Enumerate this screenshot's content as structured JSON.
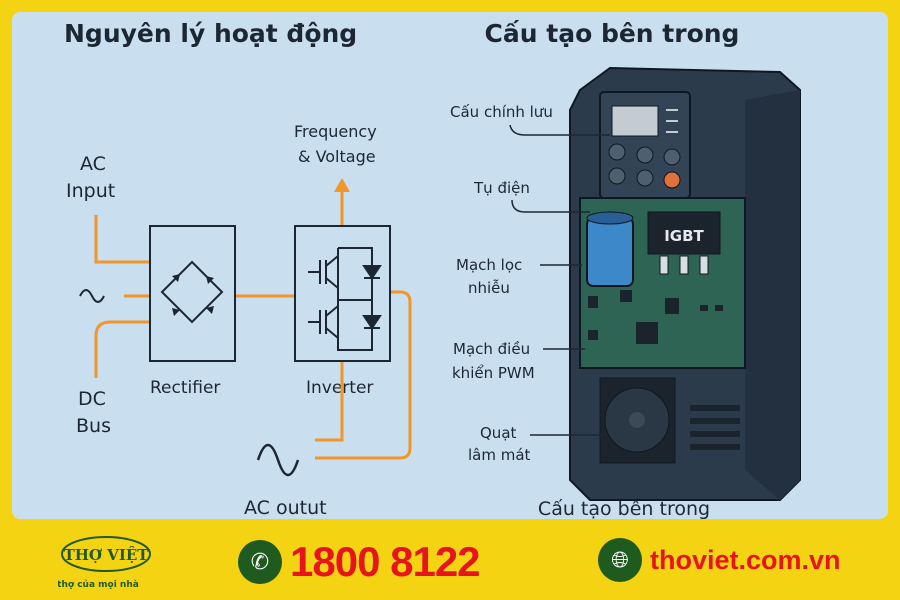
{
  "left": {
    "title": "Nguyên lý hoạt động",
    "ac_input": [
      "AC",
      "Input"
    ],
    "dc_bus": [
      "DC",
      "Bus"
    ],
    "rectifier": "Rectifier",
    "inverter": "Inverter",
    "freq_voltage": [
      "Frequency",
      "& Voltage"
    ],
    "ac_output": "AC outut"
  },
  "right": {
    "title": "Cấu tạo bên trong",
    "labels": {
      "bridge": "Cấu chính lưu",
      "capacitor": "Tụ điện",
      "filter": [
        "Mạch lọc",
        "nhiễu"
      ],
      "pwm": [
        "Mạch điều",
        "khiển PWM"
      ],
      "fan": [
        "Quạt",
        "lâm mát"
      ]
    },
    "igbt": "IGBT",
    "caption": "Cấu tạo bên trong"
  },
  "footer": {
    "brand": "THỢ VIỆT",
    "slogan": "thợ của mọi nhà",
    "phone": "1800 8122",
    "website": "thoviet.com.vn"
  },
  "colors": {
    "background": "#f4d312",
    "panel": "#c9dff0",
    "wire": "#f0962a",
    "accent": "#e8141b",
    "brand_green": "#1f5b1e"
  }
}
